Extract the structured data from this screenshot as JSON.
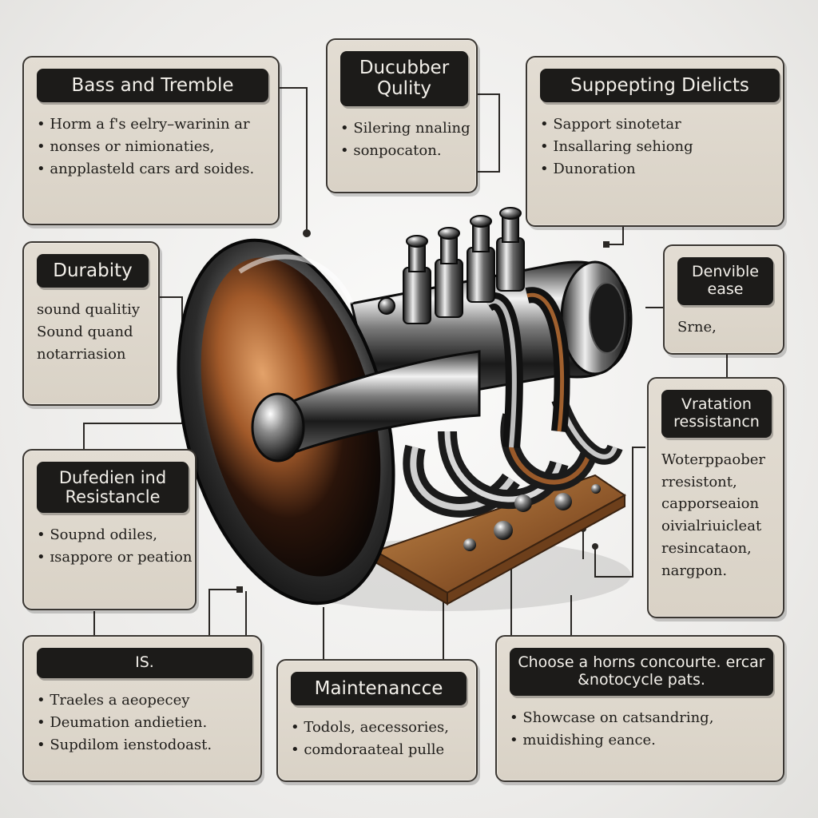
{
  "cards": [
    {
      "id": "bass-and-treble",
      "title": "Bass and Tremble",
      "items": [
        "Horm a f's eelry–warinin ar",
        "nonses or nimionaties,",
        "anpplasteld cars ard soides."
      ]
    },
    {
      "id": "ducubber-quality",
      "title": "Ducubber Qulity",
      "items": [
        "Silering nnaling",
        "sonpocaton."
      ]
    },
    {
      "id": "supporting-dialects",
      "title": "Suppepting Dielicts",
      "items": [
        "Sapport sinotetar",
        "Insallaring sehiong",
        "Dunoration"
      ]
    },
    {
      "id": "durability",
      "title": "Durabity",
      "items": [
        "sound qualitiy",
        "Sound quand",
        "notarriasion"
      ]
    },
    {
      "id": "denvible-ease",
      "title": "Denvible ease",
      "items": [
        "Srne,"
      ]
    },
    {
      "id": "vibration-resistance",
      "title": "Vratation ressistancn",
      "items": [
        "Woterppaober",
        "rresistont,",
        "capporseaion",
        "oivialriuicleat",
        "resincataon,",
        "nargpon."
      ]
    },
    {
      "id": "dufedien-resistance",
      "title": "Dufedien ind Resistancle",
      "items": [
        "Soupnd odiles,",
        "ɪsappore or peation"
      ]
    },
    {
      "id": "is-card",
      "title": "IS.",
      "items": [
        "Traeles a aeopecey",
        "Deumation andietien.",
        "Supdilom ienstodoast."
      ]
    },
    {
      "id": "maintenance",
      "title": "Maintenancce",
      "items": [
        "Todols, aecessories,",
        "comdoraateal pulle"
      ]
    },
    {
      "id": "choose-horns",
      "title": "Choose a horns concourte. ercar &notocycle pats.",
      "items": [
        "Showcase on catsandring,",
        "muidishing eance."
      ]
    }
  ],
  "illustration": {
    "name": "car-horn-illustration"
  }
}
